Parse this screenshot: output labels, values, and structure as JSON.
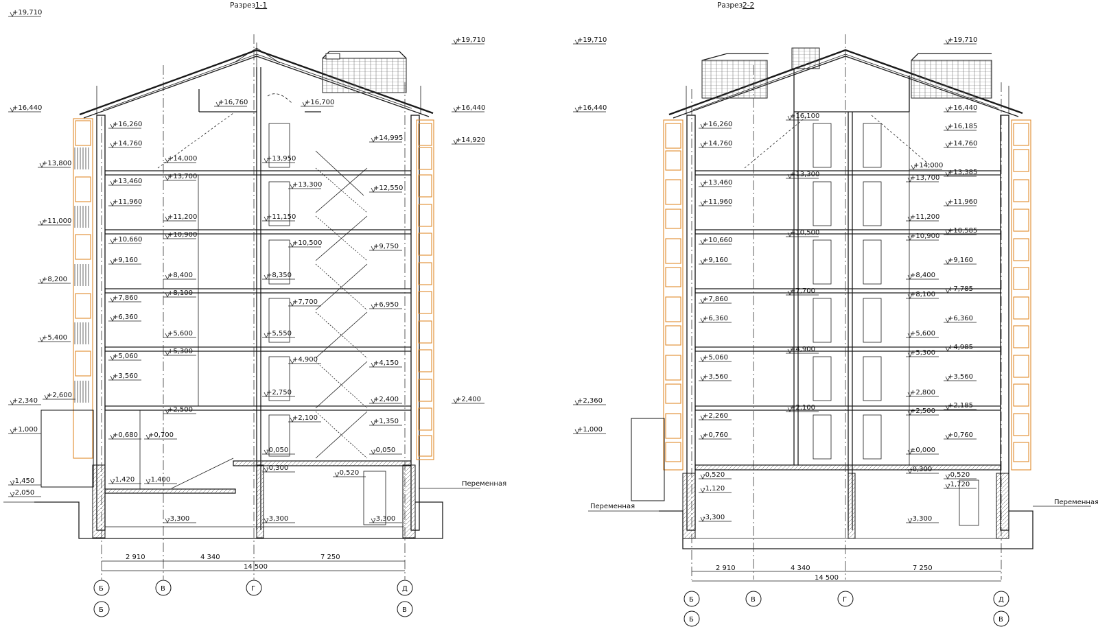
{
  "sections": [
    {
      "title": "Разрез",
      "number": "1-1",
      "levels_left": [
        "+19,710",
        "+16,440",
        "+13,800",
        "+11,000",
        "+8,200",
        "+5,400",
        "+2,600",
        "+2,340",
        "+1,000",
        "-1,450",
        "-2,050"
      ],
      "levels_interior": [
        "+16,760",
        "+16,700",
        "+16,260",
        "+14,760",
        "+14,000",
        "+13,950",
        "+13,700",
        "+13,460",
        "+13,300",
        "+11,960",
        "+11,200",
        "+11,150",
        "+10,900",
        "+10,660",
        "+10,500",
        "+9,160",
        "+8,400",
        "+8,350",
        "+8,100",
        "+7,860",
        "+7,700",
        "+6,360",
        "+5,600",
        "+5,550",
        "+5,300",
        "+5,060",
        "+4,900",
        "+3,560",
        "+2,750",
        "+2,500",
        "+2,100",
        "+0,680",
        "+0,700",
        "-0,050",
        "-0,300",
        "-0,520",
        "-1,420",
        "-1,400",
        "-3,300",
        "-3,300",
        "-3,300",
        "+14,995",
        "+12,550",
        "+9,750",
        "+6,950",
        "+4,150",
        "+2,400",
        "+1,350",
        "-0,050"
      ],
      "levels_right": [
        "+19,710",
        "+16,440",
        "+14,920",
        "+2,400"
      ],
      "ground_label": "Переменная",
      "dims": {
        "a": "2 910",
        "b": "4 340",
        "c": "7 250",
        "total": "14 500"
      },
      "axes_top": [
        "Б",
        "В",
        "Г",
        "Д"
      ],
      "axes_bottom": [
        "Б",
        "В"
      ]
    },
    {
      "title": "Разрез",
      "number": "2-2",
      "levels_left": [
        "+19,710",
        "+16,440",
        "+2,360",
        "+1,000"
      ],
      "levels_interior": [
        "+16,100",
        "+16,260",
        "+14,760",
        "+14,000",
        "+13,460",
        "+13,300",
        "+13,700",
        "+11,960",
        "+11,200",
        "+10,660",
        "+10,500",
        "+10,900",
        "+9,160",
        "+8,400",
        "+7,860",
        "+7,700",
        "+8,100",
        "+6,360",
        "+5,600",
        "+5,060",
        "+4,900",
        "+5,300",
        "+3,560",
        "+2,800",
        "+2,260",
        "+2,100",
        "+2,500",
        "+0,760",
        "±0,000",
        "-0,520",
        "-1,120",
        "-0,300",
        "-0,520",
        "-1,720",
        "-3,300",
        "-3,300"
      ],
      "levels_right": [
        "+19,710",
        "+16,440",
        "+16,185",
        "+14,760",
        "+13,385",
        "+11,960",
        "+10,585",
        "+9,160",
        "+7,785",
        "+6,360",
        "+4,985",
        "+3,560",
        "+2,185",
        "+0,760"
      ],
      "ground_label": "Переменная",
      "dims": {
        "a": "2 910",
        "b": "4 340",
        "c": "7 250",
        "total": "14 500"
      },
      "axes_top": [
        "Б",
        "В",
        "Г",
        "Д"
      ],
      "axes_bottom": [
        "Б",
        "В"
      ]
    }
  ],
  "colors": {
    "line": "#1a1a1a",
    "facade": "#e08a2a"
  }
}
